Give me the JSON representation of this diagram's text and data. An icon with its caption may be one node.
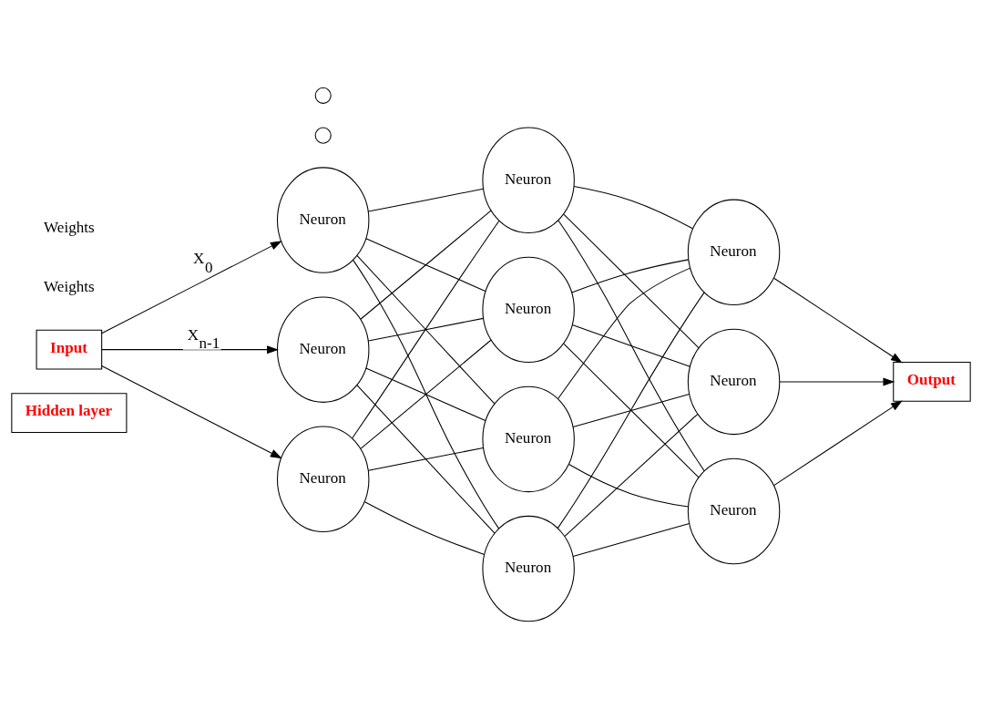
{
  "diagram": {
    "nodes": [
      {
        "text": [
          "Hidden layer"
        ]
      },
      {
        "text": [
          "Input"
        ]
      },
      {
        "text": [
          "Neuron"
        ]
      },
      {
        "text": [],
        "shape": "circle"
      },
      {
        "text": [
          "Neuron"
        ]
      },
      {
        "text": [],
        "shape": "circle"
      },
      {
        "text": [
          "Neuron"
        ]
      },
      {
        "text": [
          "Neuron"
        ]
      },
      {
        "text": [
          "Neuron"
        ]
      },
      {
        "text": [
          "Neuron"
        ]
      },
      {
        "text": [
          "Neuron"
        ]
      },
      {
        "text": [
          "Neuron"
        ]
      },
      {
        "text": [
          "Neuron"
        ]
      },
      {
        "text": [
          "Neuron"
        ]
      },
      {
        "text": [
          "Output"
        ]
      }
    ],
    "edges": [
      {
        "from": 1,
        "to": 2,
        "arrow": "to",
        "label": "X$_{0}$"
      },
      {
        "from": 1,
        "to": 4,
        "arrow": "to"
      },
      {
        "from": 1,
        "to": 6,
        "arrow": "to",
        "label": "X$_{n-1}$"
      },
      {
        "from": 2,
        "to": 7,
        "arrow": "none"
      },
      {
        "from": 2,
        "to": 8,
        "arrow": "none"
      },
      {
        "from": 2,
        "to": 9,
        "arrow": "none"
      },
      {
        "from": 2,
        "to": 10,
        "arrow": "none"
      },
      {
        "from": 4,
        "to": 7,
        "arrow": "none"
      },
      {
        "from": 4,
        "to": 8,
        "arrow": "none"
      },
      {
        "from": 4,
        "to": 9,
        "arrow": "none"
      },
      {
        "from": 4,
        "to": 10,
        "arrow": "none"
      },
      {
        "from": 6,
        "to": 7,
        "arrow": "none"
      },
      {
        "from": 6,
        "to": 8,
        "arrow": "none"
      },
      {
        "from": 6,
        "to": 9,
        "arrow": "none"
      },
      {
        "from": 6,
        "to": 10,
        "arrow": "none"
      },
      {
        "from": 7,
        "to": 11,
        "arrow": "none"
      },
      {
        "from": 7,
        "to": 12,
        "arrow": "none"
      },
      {
        "from": 7,
        "to": 13,
        "arrow": "none"
      },
      {
        "from": 8,
        "to": 11,
        "arrow": "none"
      },
      {
        "from": 8,
        "to": 12,
        "arrow": "none"
      },
      {
        "from": 8,
        "to": 13,
        "arrow": "none"
      },
      {
        "from": 9,
        "to": 11,
        "arrow": "none"
      },
      {
        "from": 9,
        "to": 12,
        "arrow": "none"
      },
      {
        "from": 9,
        "to": 13,
        "arrow": "none"
      },
      {
        "from": 10,
        "to": 11,
        "arrow": "none"
      },
      {
        "from": 10,
        "to": 12,
        "arrow": "none"
      },
      {
        "from": 10,
        "to": 13,
        "arrow": "none"
      },
      {
        "from": 11,
        "to": 14,
        "arrow": "to"
      },
      {
        "from": 12,
        "to": 14,
        "arrow": "to"
      },
      {
        "from": 13,
        "to": 14,
        "arrow": "to"
      }
    ],
    "labels": [
      "Weights",
      "Weights"
    ]
  }
}
